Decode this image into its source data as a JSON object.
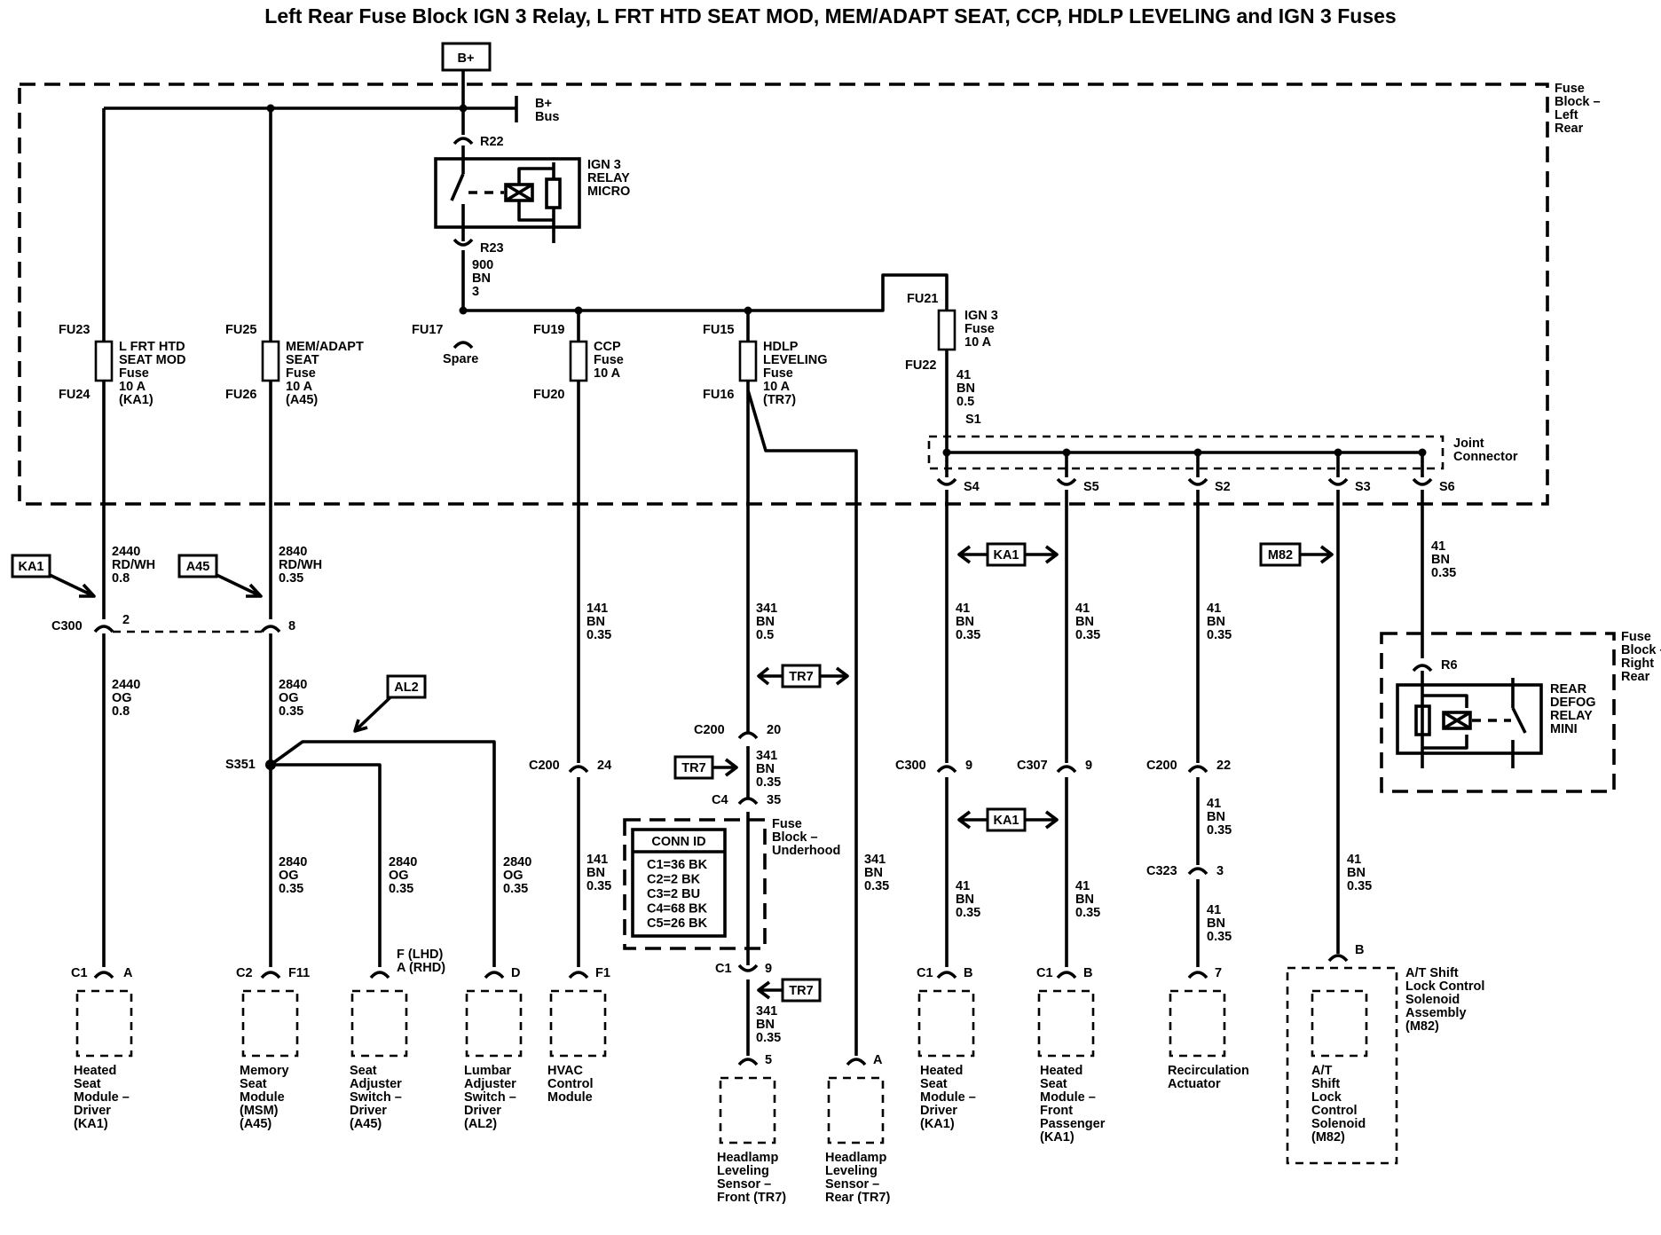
{
  "title": "Left Rear Fuse Block IGN 3 Relay, L FRT HTD SEAT MOD, MEM/ADAPT SEAT, CCP, HDLP LEVELING and IGN 3 Fuses",
  "labels": {
    "bplus_tag": "B+",
    "bplus_bus": "B+\nBus",
    "fuse_block_lr": "Fuse\nBlock –\nLeft\nRear",
    "fuse_block_rr": "Fuse\nBlock –\nRight\nRear",
    "fuse_block_uh": "Fuse\nBlock –\nUnderhood",
    "r22": "R22",
    "r23": "R23",
    "ign3_relay": "IGN 3\nRELAY\nMICRO",
    "wire_900": "900\nBN\n3",
    "fu23": "FU23",
    "fu24": "FU24",
    "fuse_ka1": "L FRT HTD\nSEAT MOD\nFuse\n10 A\n(KA1)",
    "fu25": "FU25",
    "fu26": "FU26",
    "fuse_a45": "MEM/ADAPT\nSEAT\nFuse\n10 A\n(A45)",
    "fu17": "FU17",
    "spare": "Spare",
    "fu19": "FU19",
    "fu20": "FU20",
    "fuse_ccp": "CCP\nFuse\n10 A",
    "fu15": "FU15",
    "fu16": "FU16",
    "fuse_hdlp": "HDLP\nLEVELING\nFuse\n10 A\n(TR7)",
    "fu21": "FU21",
    "fu22": "FU22",
    "fuse_ign3": "IGN 3\nFuse\n10 A",
    "wire_41_05": "41\nBN\n0.5",
    "s1": "S1",
    "joint_connector": "Joint\nConnector",
    "s4": "S4",
    "s5": "S5",
    "s2": "S2",
    "s3": "S3",
    "s6": "S6",
    "tag_ka1": "KA1",
    "tag_a45": "A45",
    "tag_al2": "AL2",
    "tag_tr7": "TR7",
    "tag_m82": "M82",
    "wire_2440_top": "2440\nRD/WH\n0.8",
    "wire_2840_top": "2840\nRD/WH\n0.35",
    "c300": "C300",
    "pin_2": "2",
    "pin_8": "8",
    "wire_2440_og": "2440\nOG\n0.8",
    "wire_2840_og": "2840\nOG\n0.35",
    "s351": "S351",
    "wire_141": "141\nBN\n0.35",
    "wire_341_05": "341\nBN\n0.5",
    "wire_341_035": "341\nBN\n0.35",
    "wire_41_035": "41\nBN\n0.35",
    "c200": "C200",
    "pin_20": "20",
    "pin_24": "24",
    "c4": "C4",
    "pin_35": "35",
    "c307": "C307",
    "pin_9": "9",
    "pin_22": "22",
    "c323": "C323",
    "pin_3": "3",
    "pin_7": "7",
    "conn_id_title": "CONN ID",
    "conn_id_lines": "C1=36 BK\nC2=2 BK\nC3=2 BU\nC4=68 BK\nC5=26 BK",
    "r6": "R6",
    "rear_defog": "REAR\nDEFOG\nRELAY\nMINI",
    "c1": "C1",
    "c2": "C2",
    "pin_a": "A",
    "pin_b": "B",
    "pin_d": "D",
    "pin_f1": "F1",
    "pin_f11": "F11",
    "pin_5": "5",
    "pin_f_lhd": "F (LHD)\nA (RHD)",
    "at_shift_assy": "A/T Shift\nLock Control\nSolenoid\nAssembly\n(M82)"
  },
  "components": {
    "heated_seat_driver": "Heated\nSeat\nModule –\nDriver\n(KA1)",
    "memory_seat": "Memory\nSeat\nModule\n(MSM)\n(A45)",
    "seat_adjuster": "Seat\nAdjuster\nSwitch –\nDriver\n(A45)",
    "lumbar_adjuster": "Lumbar\nAdjuster\nSwitch –\nDriver\n(AL2)",
    "hvac": "HVAC\nControl\nModule",
    "headlamp_front": "Headlamp\nLeveling\nSensor –\nFront (TR7)",
    "headlamp_rear": "Headlamp\nLeveling\nSensor –\nRear (TR7)",
    "heated_seat_driver2": "Heated\nSeat\nModule –\nDriver\n(KA1)",
    "heated_seat_passenger": "Heated\nSeat\nModule –\nFront\nPassenger\n(KA1)",
    "recirc": "Recirculation\nActuator",
    "at_shift_solenoid": "A/T\nShift\nLock\nControl\nSolenoid\n(M82)"
  }
}
